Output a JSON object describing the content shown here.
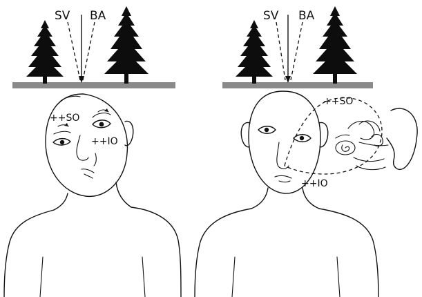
{
  "panels": [
    {
      "id": "left",
      "labels": {
        "sv": "SV",
        "ba": "BA",
        "so": "++SO",
        "io": "++IO"
      }
    },
    {
      "id": "right",
      "labels": {
        "sv": "SV",
        "ba": "BA",
        "so": "++SO",
        "io": "++IO"
      }
    }
  ],
  "colors": {
    "ink": "#111111",
    "ground": "#8a8a8a",
    "background": "#ffffff"
  }
}
